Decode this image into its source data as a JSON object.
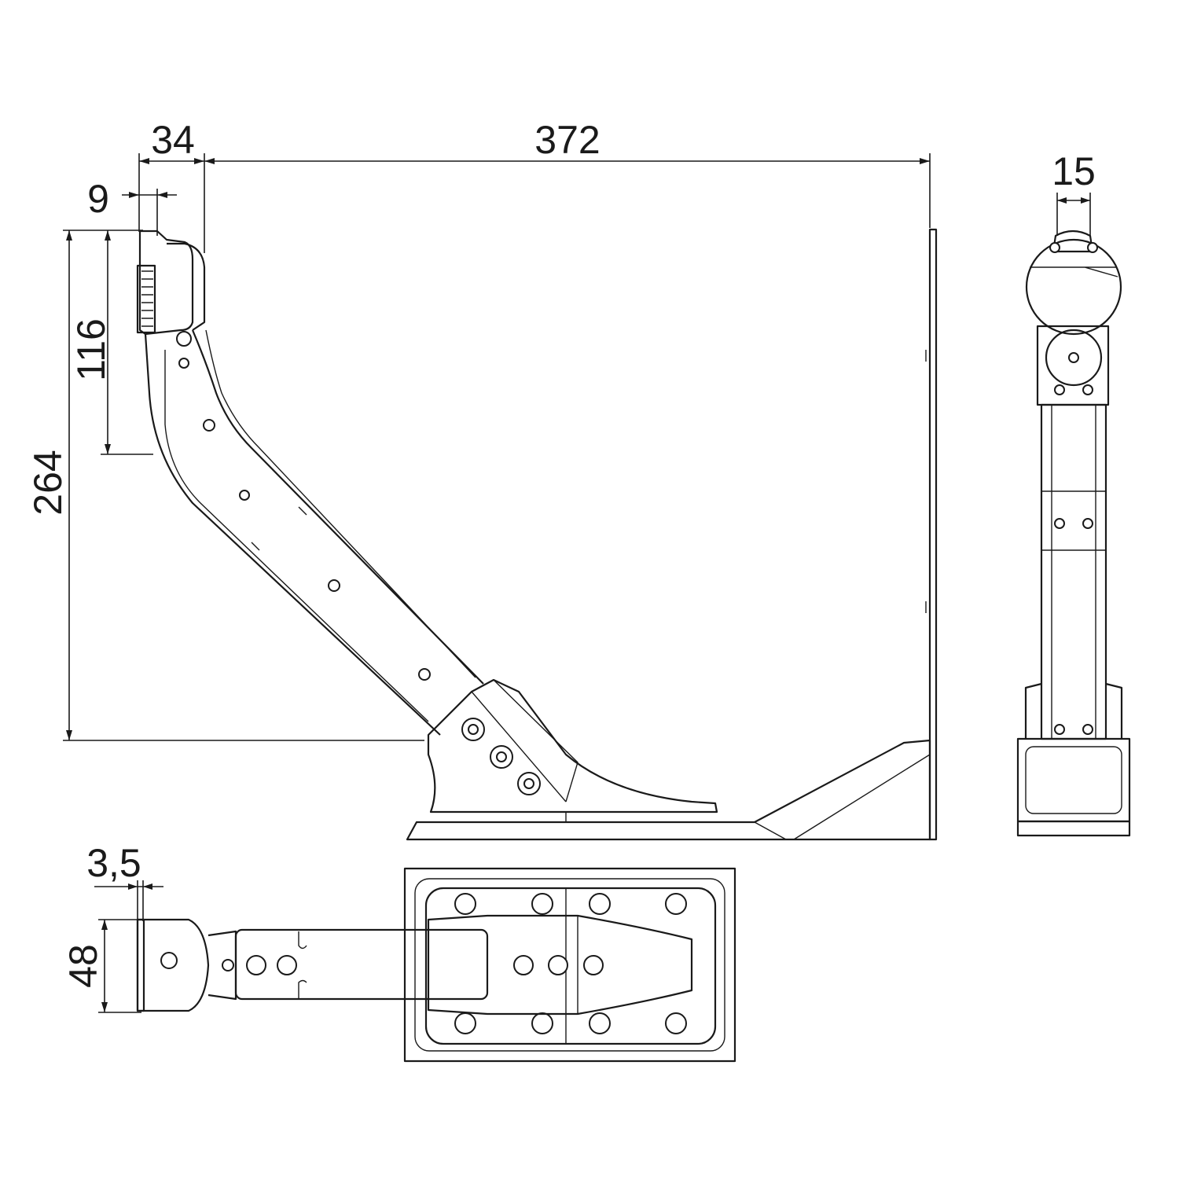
{
  "drawing": {
    "title": "Mirror arm bracket dimension drawing",
    "dimensions": {
      "offset_top": "34",
      "total_width": "372",
      "head_thickness": "9",
      "front_width": "15",
      "head_height": "116",
      "total_height": "264",
      "top_thickness": "3,5",
      "top_depth": "48"
    },
    "line_color": "#1a1a1a"
  }
}
